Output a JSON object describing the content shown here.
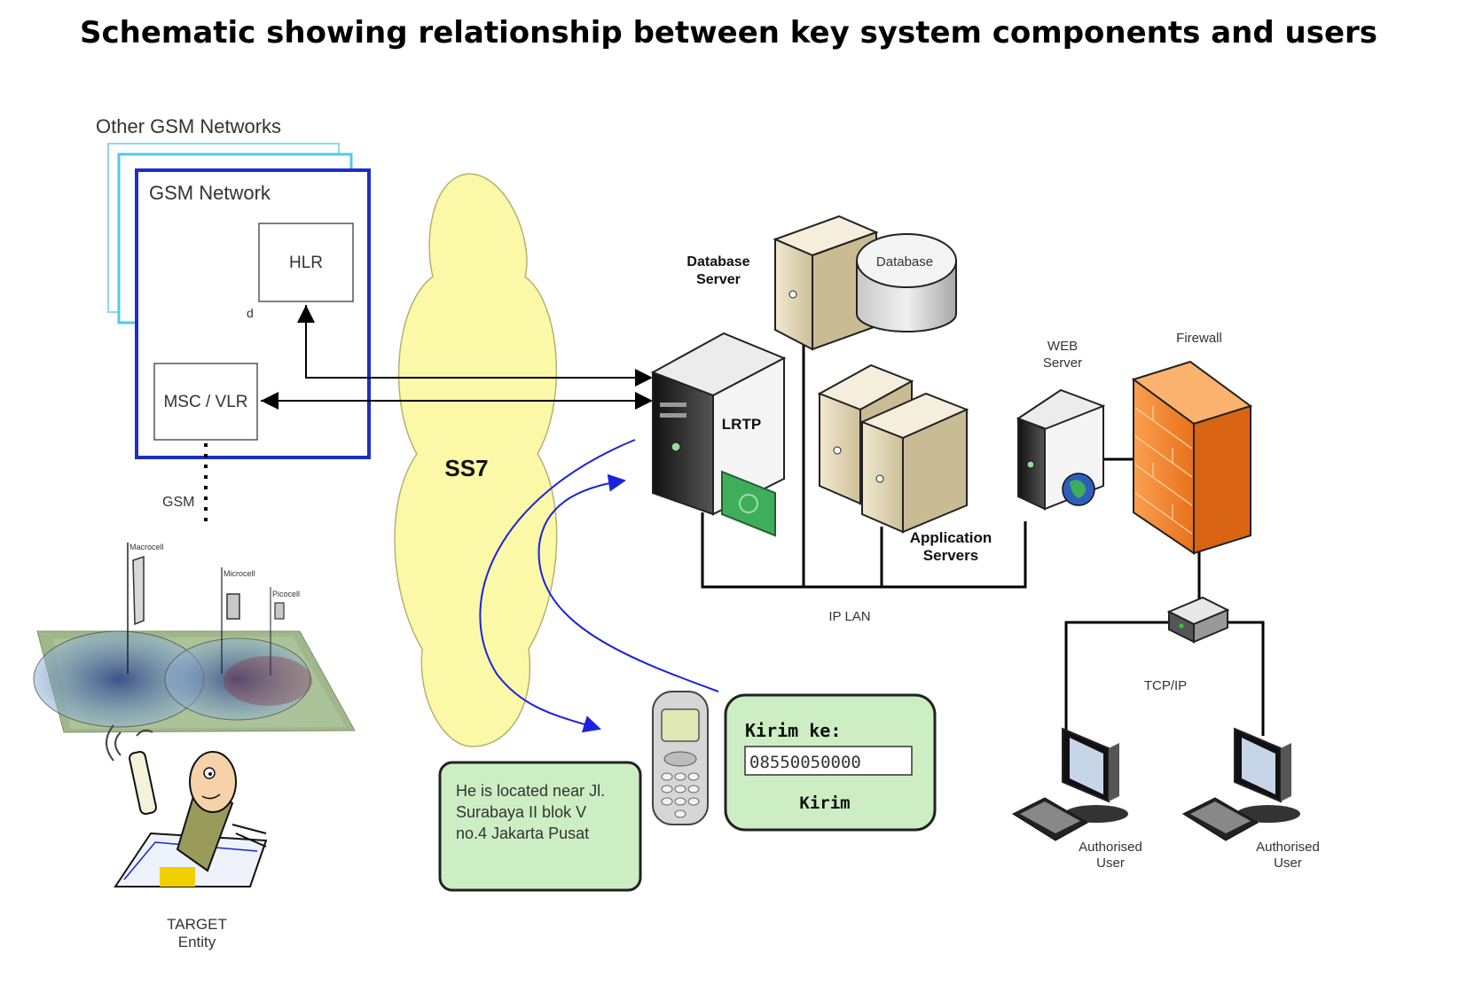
{
  "title": "Schematic showing relationship between key system components and users",
  "gsm": {
    "other_networks": "Other GSM Networks",
    "network": "GSM Network",
    "hlr": "HLR",
    "small_d": "d",
    "msc_vlr": "MSC / VLR",
    "gsm_link": "GSM"
  },
  "cells": {
    "macrocell": "Macrocell",
    "microcell": "Microcell",
    "picocell": "Picocell"
  },
  "target": {
    "line1": "TARGET",
    "line2": "Entity"
  },
  "ss7": "SS7",
  "servers": {
    "database_server_1": "Database",
    "database_server_2": "Server",
    "database": "Database",
    "lrtp": "LRTP",
    "app_servers_1": "Application",
    "app_servers_2": "Servers",
    "web_server_1": "WEB",
    "web_server_2": "Server",
    "firewall": "Firewall",
    "ip_lan": "IP LAN",
    "tcp_ip": "TCP/IP"
  },
  "users": [
    {
      "line1": "Authorised",
      "line2": "User"
    },
    {
      "line1": "Authorised",
      "line2": "User"
    }
  ],
  "sms_form": {
    "heading": "Kirim ke:",
    "number": "08550050000",
    "send": "Kirim"
  },
  "reply": {
    "line1": "He is located near Jl.",
    "line2": "Surabaya II blok V",
    "line3": "no.4 Jakarta Pusat"
  },
  "colors": {
    "gsm_border": "#1f2fbf",
    "other_networks": "#56c8e8",
    "ss7_cloud": "#fbf8a8",
    "firewall": "#f5822a",
    "message_box": "#cdeec3",
    "flow_arrow": "#1a22e0"
  }
}
